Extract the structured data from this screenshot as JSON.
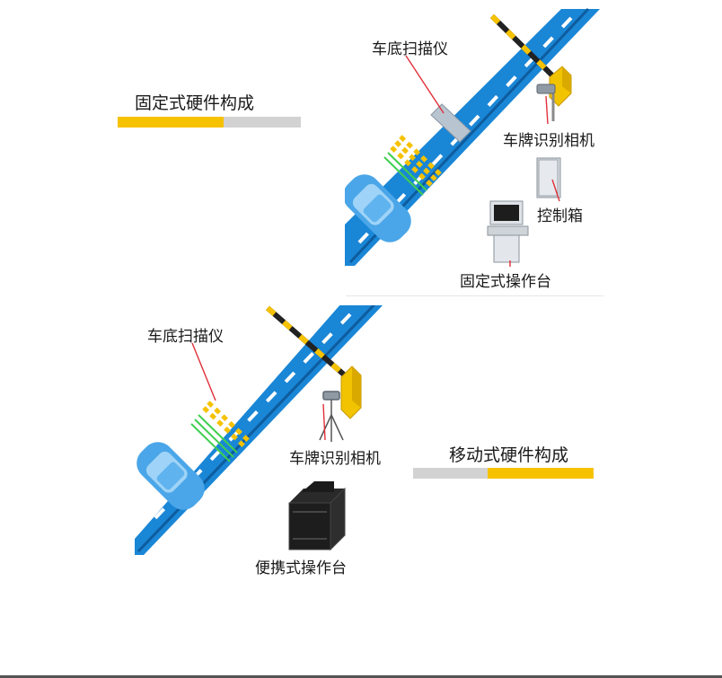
{
  "fixed": {
    "title": "固定式硬件构成",
    "labels": {
      "scanner": "车底扫描仪",
      "camera": "车牌识别相机",
      "cabinet": "控制箱",
      "console": "固定式操作台"
    }
  },
  "mobile": {
    "title": "移动式硬件构成",
    "labels": {
      "scanner": "车底扫描仪",
      "camera": "车牌识别相机",
      "console": "便携式操作台"
    }
  },
  "colors": {
    "road": "#1a86d6",
    "accent": "#f6c200",
    "track": "#d2d2d2",
    "leader": "#e0303a"
  }
}
